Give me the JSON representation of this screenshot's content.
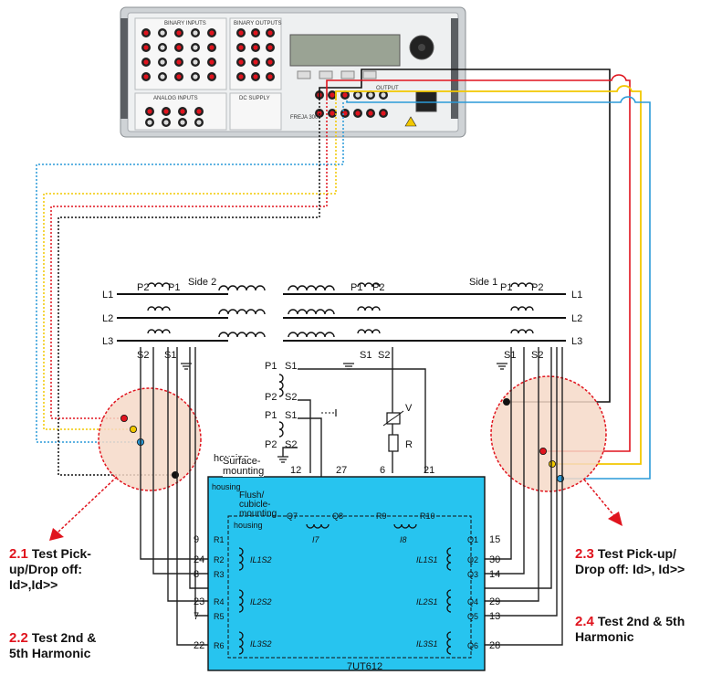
{
  "device": {
    "name": "FREJA 300",
    "labels": [
      "BINARY INPUTS",
      "BINARY OUTPUTS",
      "ANALOG INPUTS",
      "DC SUPPLY",
      "OUTPUT"
    ],
    "display_text": ""
  },
  "transformer": {
    "side1": "Side 1",
    "side2": "Side 2",
    "phases_left": [
      "L1",
      "L2",
      "L3"
    ],
    "phases_right": [
      "L1",
      "L2",
      "L3"
    ],
    "ct_primary_left": [
      "P2",
      "P1"
    ],
    "ct_secondary_left": [
      "S2",
      "S1"
    ],
    "ct_primary_right": [
      "P1",
      "P2"
    ],
    "ct_secondary_right": [
      "S1",
      "S2"
    ],
    "ct_primary_mid": [
      "P1",
      "P2"
    ],
    "ct_secondary_mid": [
      "S1",
      "S2"
    ]
  },
  "aux": {
    "p1a": "P1",
    "s1a": "S1",
    "p2a": "P2",
    "s2a": "S2",
    "p1b": "P1",
    "s1b": "S1",
    "p2b": "P2",
    "s2b": "S2",
    "varistor": "V",
    "resistor": "R"
  },
  "relay": {
    "model": "7UT612",
    "housing_surface": "Surface-\nmounting",
    "housing_word": "housing",
    "housing_flush": "Flush/\ncubicle-\nmounting",
    "top_terminals": [
      {
        "num": "12",
        "label": "Q7"
      },
      {
        "num": "27",
        "label": "Q8"
      },
      {
        "num": "6",
        "label": "R9"
      },
      {
        "num": "21",
        "label": "R10"
      }
    ],
    "top_coils": [
      "I7",
      "I8"
    ],
    "left_terminals": [
      {
        "num": "9",
        "label": "R1"
      },
      {
        "num": "24",
        "label": "R2"
      },
      {
        "num": "8",
        "label": "R3"
      },
      {
        "num": "23",
        "label": "R4"
      },
      {
        "num": "7",
        "label": "R5"
      },
      {
        "num": "22",
        "label": "R6"
      }
    ],
    "right_terminals": [
      {
        "num": "15",
        "label": "Q1"
      },
      {
        "num": "30",
        "label": "Q2"
      },
      {
        "num": "14",
        "label": "Q3"
      },
      {
        "num": "29",
        "label": "Q4"
      },
      {
        "num": "13",
        "label": "Q5"
      },
      {
        "num": "28",
        "label": "Q6"
      }
    ],
    "left_coils": [
      "IL1S2",
      "IL2S2",
      "IL3S2"
    ],
    "right_coils": [
      "IL1S1",
      "IL2S1",
      "IL3S1"
    ],
    "fill_color": "#27c4ef"
  },
  "callouts": {
    "c21": {
      "num": "2.1",
      "text": "Test Pick-up/Drop off: Id>,Id>>"
    },
    "c22": {
      "num": "2.2",
      "text": "Test 2nd & 5th Harmonic"
    },
    "c23": {
      "num": "2.3",
      "text": "Test Pick-up/ Drop off: Id>, Id>>"
    },
    "c24": {
      "num": "2.4",
      "text": "Test 2nd & 5th Harmonic"
    }
  },
  "colors": {
    "red": "#e0141e",
    "yellow": "#f2c800",
    "blue": "#2a9ad8",
    "black": "#111111",
    "highlight_fill": "#f6d9c8",
    "highlight_stroke": "#e0141e"
  }
}
